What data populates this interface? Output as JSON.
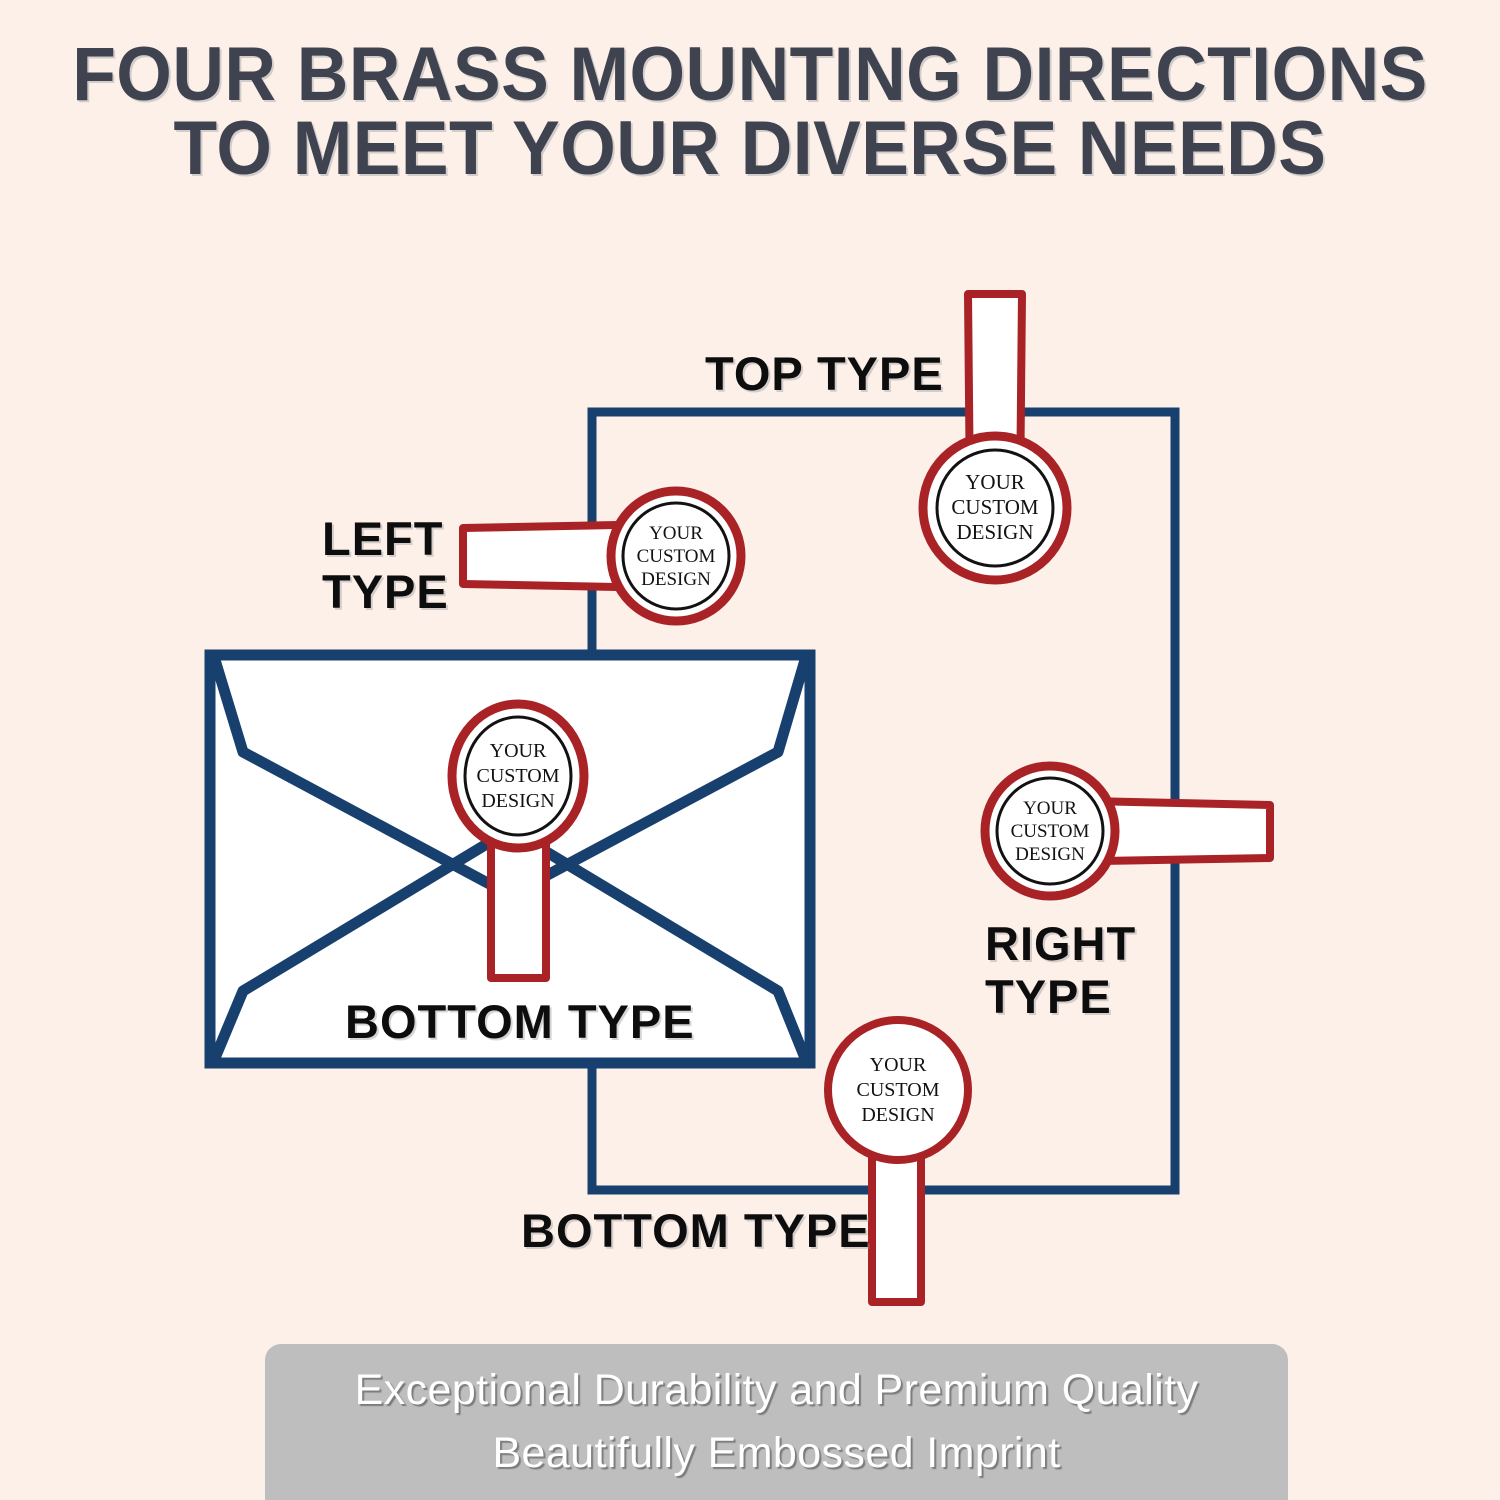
{
  "page": {
    "background_color": "#fcf0e9",
    "title_color": "#3e434f",
    "navy": "#17406e",
    "stamp_red": "#a92226",
    "banner_color": "#bebebe",
    "white": "#ffffff"
  },
  "header": {
    "line1": "FOUR BRASS MOUNTING DIRECTIONS",
    "line2": "TO MEET YOUR DIVERSE NEEDS"
  },
  "diagram": {
    "labels": {
      "top": "TOP TYPE",
      "left": "LEFT\nTYPE",
      "right": "RIGHT\nTYPE",
      "bottom_envelope": "BOTTOM TYPE",
      "bottom_outer": "BOTTOM TYPE"
    },
    "seal_text": {
      "line1": "YOUR",
      "line2": "CUSTOM",
      "line3": "DESIGN"
    },
    "stamps": [
      {
        "name": "top-type-stamp",
        "direction": "top",
        "has_inner_circle": true
      },
      {
        "name": "left-type-stamp",
        "direction": "left",
        "has_inner_circle": true
      },
      {
        "name": "right-type-stamp",
        "direction": "right",
        "has_inner_circle": true
      },
      {
        "name": "bottom-type-stamp-envelope",
        "direction": "bottom",
        "has_inner_circle": true
      },
      {
        "name": "bottom-type-stamp-outer",
        "direction": "bottom",
        "has_inner_circle": false
      }
    ]
  },
  "banner": {
    "line1": "Exceptional Durability and Premium Quality",
    "line2": "Beautifully Embossed Imprint"
  }
}
